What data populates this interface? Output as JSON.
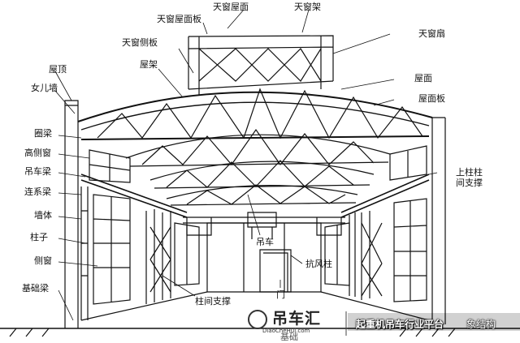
{
  "labels": {
    "skylight_roof_surface": "天窗屋面",
    "skylight_frame": "天窗架",
    "skylight_roof_panel": "天窗屋面板",
    "skylight_sash": "天窗扇",
    "skylight_side_panel": "天窗侧板",
    "roof_truss": "屋架",
    "roof_top": "屋顶",
    "parapet": "女儿墙",
    "roof_surface": "屋面",
    "roof_panel": "屋面板",
    "ring_beam": "圈梁",
    "high_side_window": "高侧窗",
    "crane_beam": "吊车梁",
    "tie_beam": "连系梁",
    "wall": "墙体",
    "column": "柱子",
    "side_window": "侧窗",
    "foundation_beam": "基础梁",
    "upper_column_bracing_1": "上柱柱",
    "upper_column_bracing_2": "间支撑",
    "crane": "吊车",
    "wind_column": "抗风柱",
    "door": "门",
    "column_bracing": "柱间支撑",
    "foundation_cut": "基础"
  },
  "watermark": {
    "brand": "吊车汇",
    "site": "DiaoCheHui.com",
    "slogan": "起重机吊车行业平台",
    "author": "象结构"
  },
  "colors": {
    "line": "#111111",
    "background": "#ffffff"
  }
}
